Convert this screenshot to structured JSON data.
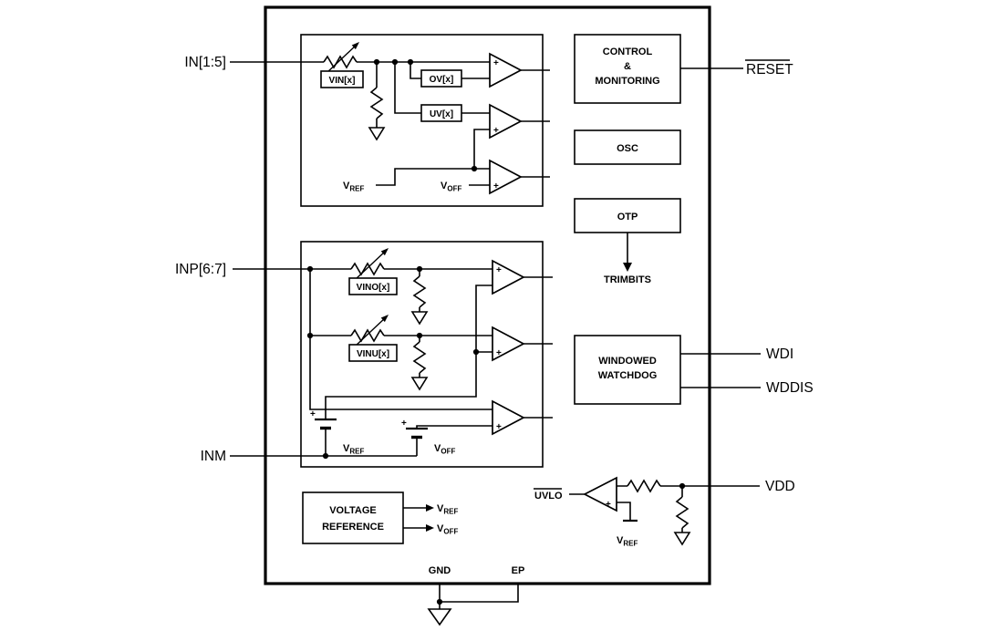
{
  "chip": {
    "pins": {
      "in": "IN[1:5]",
      "inp": "INP[6:7]",
      "inm": "INM",
      "reset": "RESET",
      "wdi": "WDI",
      "wddis": "WDDIS",
      "vdd": "VDD",
      "gnd": "GND",
      "ep": "EP"
    },
    "blocks": {
      "control1": "CONTROL",
      "control2": "&",
      "control3": "MONITORING",
      "osc": "OSC",
      "otp": "OTP",
      "trimbits": "TRIMBITS",
      "watchdog1": "WINDOWED",
      "watchdog2": "WATCHDOG",
      "voltage_reference1": "VOLTAGE",
      "voltage_reference2": "REFERENCE",
      "uvlo": "UVLO"
    },
    "labels": {
      "vin": "VIN[x]",
      "ov": "OV[x]",
      "uv": "UV[x]",
      "vino": "VINO[x]",
      "vinu": "VINU[x]",
      "v": "V",
      "ref": "REF",
      "off": "OFF",
      "plus": "+"
    },
    "colors": {
      "line": "#000000",
      "background": "#ffffff"
    }
  }
}
